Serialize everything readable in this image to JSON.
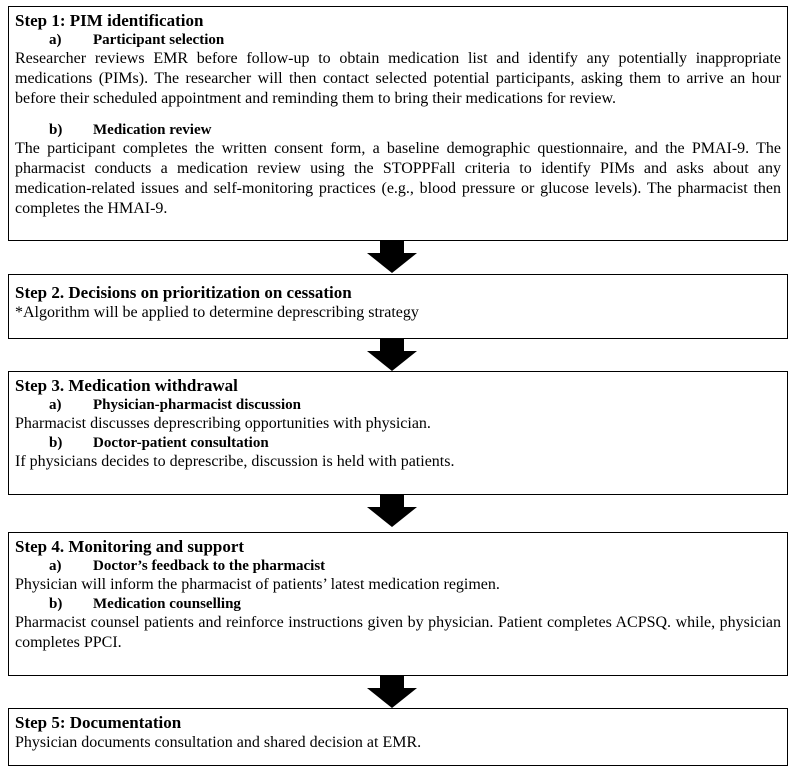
{
  "steps": [
    {
      "title": "Step 1: PIM identification",
      "subsections": [
        {
          "letter": "a)",
          "heading": "Participant selection",
          "text": "Researcher reviews EMR before follow-up to obtain medication list and identify any potentially inappropriate medications (PIMs). The researcher will then contact selected potential participants, asking them to arrive an hour before their scheduled appointment and reminding them to bring their medications for review."
        },
        {
          "letter": "b)",
          "heading": "Medication review",
          "text": "The participant completes the written consent form, a baseline demographic questionnaire, and the PMAI-9. The pharmacist conducts a medication review using the STOPPFall criteria to identify PIMs and asks about any medication-related issues and self-monitoring practices (e.g., blood pressure or glucose levels). The pharmacist then completes the HMAI-9."
        }
      ]
    },
    {
      "title": "Step 2. Decisions on prioritization on cessation",
      "text": "*Algorithm will be applied to determine deprescribing strategy"
    },
    {
      "title": "Step 3. Medication withdrawal",
      "subsections": [
        {
          "letter": "a)",
          "heading": "Physician-pharmacist discussion",
          "text": "Pharmacist discusses deprescribing opportunities with physician."
        },
        {
          "letter": "b)",
          "heading": "Doctor-patient consultation",
          "text": "If physicians decides to deprescribe, discussion is held with patients."
        }
      ]
    },
    {
      "title": "Step 4. Monitoring and support",
      "subsections": [
        {
          "letter": "a)",
          "heading": "Doctor’s feedback to the pharmacist",
          "text": "Physician will inform the pharmacist of patients’ latest medication regimen."
        },
        {
          "letter": "b)",
          "heading": "Medication counselling",
          "text": "Pharmacist counsel patients and reinforce instructions given by physician. Patient completes ACPSQ. while, physician completes PPCI."
        }
      ]
    },
    {
      "title": "Step 5: Documentation",
      "text": "Physician documents consultation and shared decision at EMR."
    }
  ]
}
